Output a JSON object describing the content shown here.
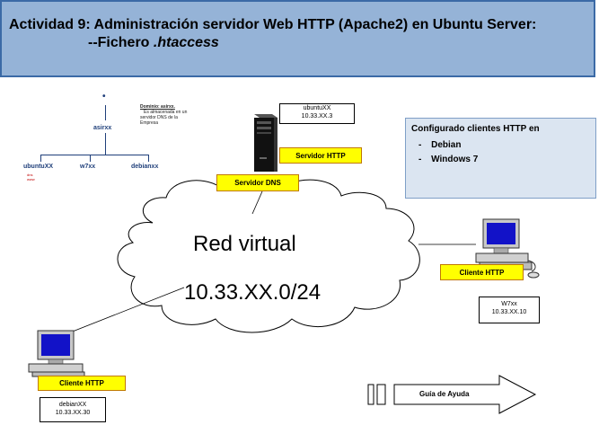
{
  "header": {
    "title_line1": "Actividad 9: Administración servidor Web HTTP (Apache2) en Ubuntu Server:",
    "title_line2_prefix": "--Fichero ",
    "title_line2_file": ".htaccess"
  },
  "domain_tree": {
    "root_dot": "•",
    "domain": "asirxx",
    "children": [
      "ubuntuXX",
      "w7xx",
      "debianxx"
    ],
    "child_notes": [
      "dns",
      "www"
    ],
    "note_title": "Dominio: asirxx.",
    "note_lines": [
      "Es almacenada en un",
      "servidor DNS de la",
      "Empresa"
    ]
  },
  "server": {
    "name": "ubuntuXX",
    "ip": "10.33.XX.3",
    "label_http": "Servidor HTTP",
    "label_dns": "Servidor DNS"
  },
  "clients_box": {
    "title": "Configurado  clientes HTTP en",
    "items": [
      "Debian",
      "Windows 7"
    ],
    "bullet": "-"
  },
  "network": {
    "name": "Red virtual",
    "subnet": "10.33.XX.0/24"
  },
  "client_right": {
    "label": "Cliente HTTP",
    "name": "W7xx",
    "ip": "10.33.XX.10"
  },
  "client_left": {
    "label": "Cliente HTTP",
    "name": "debianXX",
    "ip": "10.33.XX.30"
  },
  "guide": {
    "label": "Guía de Ayuda"
  },
  "colors": {
    "header_bg": "#95b3d7",
    "label_yellow": "#ffff00",
    "clients_box_bg": "#dbe5f1",
    "tree_blue": "#1f3f7a"
  }
}
